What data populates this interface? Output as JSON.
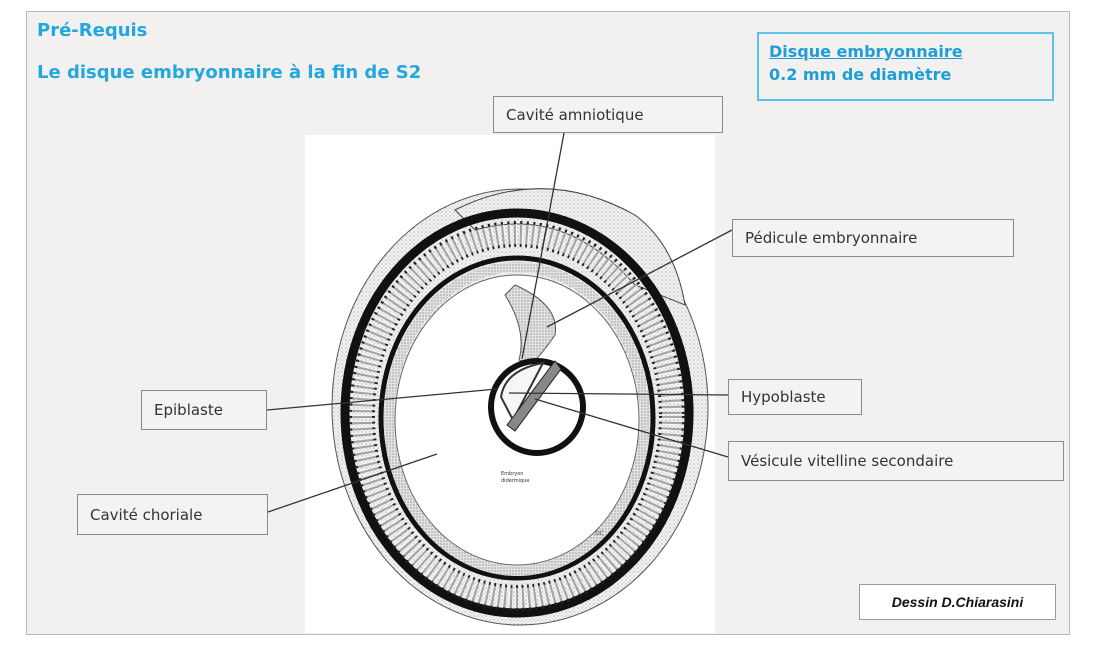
{
  "title": "Pré-Requis",
  "subtitle": "Le disque embryonnaire à la fin de S2",
  "info_box": {
    "line1": "Disque embryonnaire",
    "line2": "0.2 mm de diamètre"
  },
  "labels": {
    "cavite_amniotique": "Cavité amniotique",
    "pedicule_embryonnaire": "Pédicule embryonnaire",
    "epiblaste": "Epiblaste",
    "hypoblaste": "Hypoblaste",
    "vesicule_vitelline": "Vésicule vitelline secondaire",
    "cavite_choriale": "Cavité choriale"
  },
  "credit": "Dessin D.Chiarasini",
  "colors": {
    "title": "#23a7de",
    "info_border": "#5bc3ea",
    "slide_bg": "#f2f1f0"
  }
}
